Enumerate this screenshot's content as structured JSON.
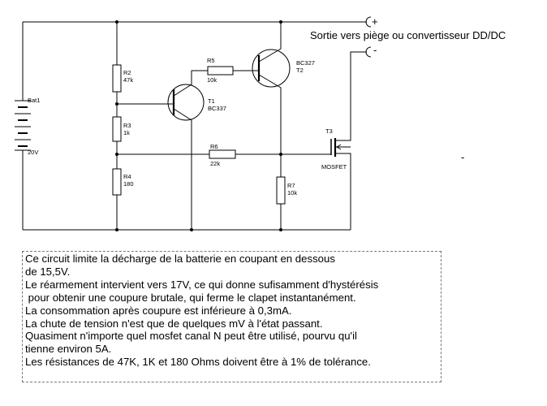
{
  "components": {
    "battery": {
      "ref": "Bat1",
      "value": "20V"
    },
    "r2": {
      "ref": "R2",
      "value": "47k"
    },
    "r3": {
      "ref": "R3",
      "value": "1k"
    },
    "r4": {
      "ref": "R4",
      "value": "180"
    },
    "r5": {
      "ref": "R5",
      "value": "10k"
    },
    "r6": {
      "ref": "R6",
      "value": "22k"
    },
    "r7": {
      "ref": "R7",
      "value": "10k"
    },
    "t1": {
      "ref": "T1",
      "value": "BC337"
    },
    "t2": {
      "ref": "BC327",
      "value": "T2"
    },
    "t3": {
      "ref": "T3",
      "value": "MOSFET"
    }
  },
  "terminals": {
    "plus": "+",
    "minus": "-",
    "output_label": "Sortie vers piège ou convertisseur DD/DC",
    "stray_mark": "-"
  },
  "notes": [
    "Ce circuit limite la décharge de la batterie en coupant en dessous",
    "de 15,5V.",
    "Le réarmement intervient vers 17V, ce qui donne sufisamment d'hystérésis",
    " pour obtenir une coupure brutale, qui ferme le clapet instantanément.",
    "La consommation après coupure est inférieure à 0,3mA.",
    "La chute de tension n'est que de quelques mV à l'état passant.",
    "Quasiment n'importe quel mosfet canal N peut être utilisé, pourvu qu'il",
    "tienne environ 5A.",
    "Les résistances de 47K, 1K et 180 Ohms doivent être à 1% de tolérance."
  ]
}
